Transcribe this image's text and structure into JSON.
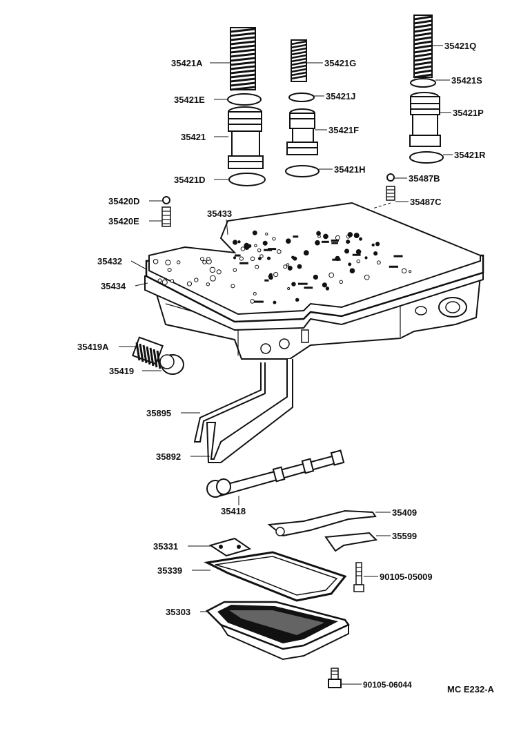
{
  "labels": {
    "p35421A": "35421A",
    "p35421E": "35421E",
    "p35421": "35421",
    "p35421D": "35421D",
    "p35421G": "35421G",
    "p35421J": "35421J",
    "p35421F": "35421F",
    "p35421H": "35421H",
    "p35421Q": "35421Q",
    "p35421S": "35421S",
    "p35421P": "35421P",
    "p35421R": "35421R",
    "p35487B": "35487B",
    "p35487C": "35487C",
    "p35420D": "35420D",
    "p35420E": "35420E",
    "p35433": "35433",
    "p35432": "35432",
    "p35434": "35434",
    "p35419A": "35419A",
    "p35419": "35419",
    "p35895": "35895",
    "p35892": "35892",
    "p35418": "35418",
    "p35409": "35409",
    "p35599": "35599",
    "p35331": "35331",
    "p35339": "35339",
    "p90105_05009": "90105-05009",
    "p35303": "35303",
    "p90105_06044": "90105-06044"
  },
  "figure_code": "MC  E232-A"
}
